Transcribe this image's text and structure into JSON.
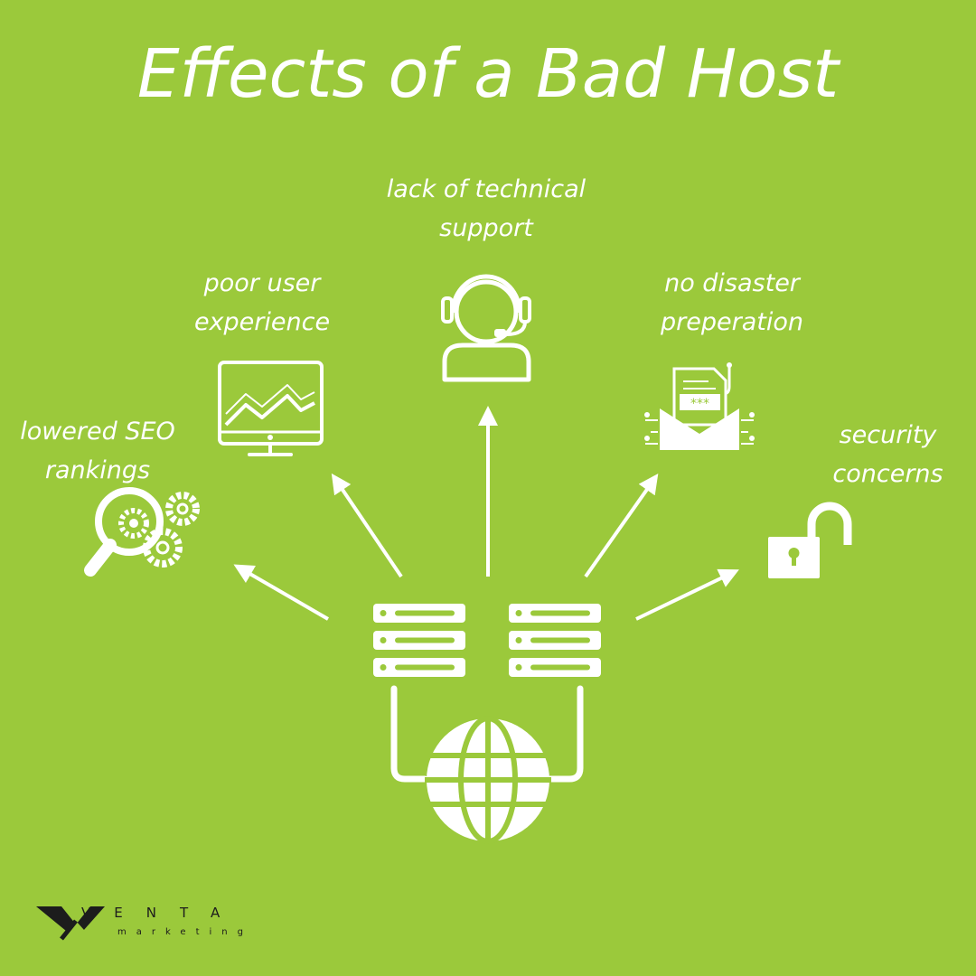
{
  "title": "Effects of a Bad Host",
  "effects": [
    {
      "line1": "lowered SEO",
      "line2": "rankings",
      "icon": "seo-search-gears-icon"
    },
    {
      "line1": "poor user",
      "line2": "experience",
      "icon": "monitor-chart-icon"
    },
    {
      "line1": "lack of technical",
      "line2": "support",
      "icon": "support-headset-icon"
    },
    {
      "line1": "no disaster",
      "line2": "preperation",
      "icon": "phishing-email-icon"
    },
    {
      "line1": "security",
      "line2": "concerns",
      "icon": "open-padlock-icon"
    }
  ],
  "center": {
    "icons": [
      "server-rack-icon",
      "server-rack-icon",
      "globe-icon"
    ]
  },
  "logo": {
    "word": "VENTA",
    "sub": "marketing",
    "icon": "venta-logo-icon"
  },
  "colors": {
    "background": "#9bc93b",
    "foreground": "#ffffff",
    "logo": "#1c1c1c"
  }
}
